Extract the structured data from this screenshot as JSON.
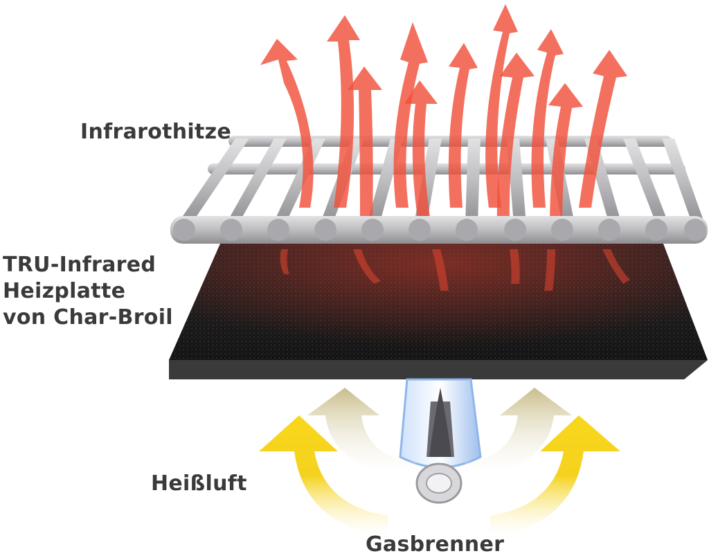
{
  "labels": {
    "infrared_heat": "Infrarothitze",
    "plate_line1": "TRU-Infrared",
    "plate_line2": "Heizplatte",
    "plate_line3": "von Char-Broil",
    "hot_air": "Heißluft",
    "gas_burner": "Gasbrenner"
  },
  "colors": {
    "label_text": "#3a3a3a",
    "heat_arrow": "#f0503c",
    "hot_air_arrow": "#f5d21e",
    "hot_air_arrow_faded": "#c9bd8a",
    "grate": "#b9b9bb",
    "plate": "#222222",
    "flame": "#a9c9f2"
  },
  "icons": [
    "heat-arrow-icon",
    "hot-air-arrow-icon",
    "gas-flame-icon",
    "burner-tube-icon"
  ]
}
